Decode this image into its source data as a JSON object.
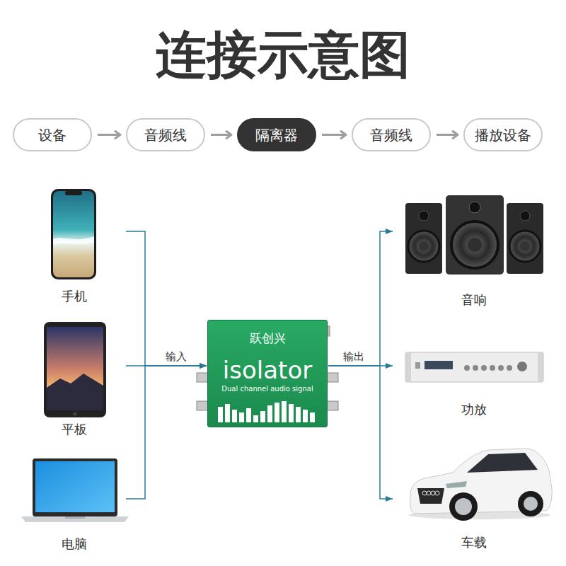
{
  "diagram": {
    "title": "连接示意图",
    "nodes": [
      {
        "text": [
          "设备"
        ]
      },
      {
        "text": [
          "音频线"
        ]
      },
      {
        "text": [
          "隔离器"
        ]
      },
      {
        "text": [
          "音频线"
        ]
      },
      {
        "text": [
          "播放设备"
        ]
      },
      {
        "text": [
          "手机"
        ]
      },
      {
        "text": [
          "平板"
        ]
      },
      {
        "text": [
          "电脑"
        ]
      },
      {
        "text": [
          "跃创兴",
          "isolator",
          "Dual channel audio signal"
        ]
      },
      {
        "text": [
          "音响"
        ]
      },
      {
        "text": [
          "功放"
        ]
      },
      {
        "text": [
          "车载"
        ]
      }
    ],
    "edges": [
      {
        "from": 0,
        "to": 1,
        "arrow": "to"
      },
      {
        "from": 1,
        "to": 2,
        "arrow": "to"
      },
      {
        "from": 2,
        "to": 3,
        "arrow": "to"
      },
      {
        "from": 3,
        "to": 4,
        "arrow": "to"
      },
      {
        "from": 5,
        "to": 8,
        "arrow": "to"
      },
      {
        "from": 6,
        "to": 8,
        "arrow": "to",
        "label": "输入"
      },
      {
        "from": 7,
        "to": 8,
        "arrow": "to"
      },
      {
        "from": 8,
        "to": 9,
        "arrow": "to"
      },
      {
        "from": 8,
        "to": 10,
        "arrow": "to",
        "label": "输出"
      },
      {
        "from": 8,
        "to": 11,
        "arrow": "to"
      }
    ]
  }
}
